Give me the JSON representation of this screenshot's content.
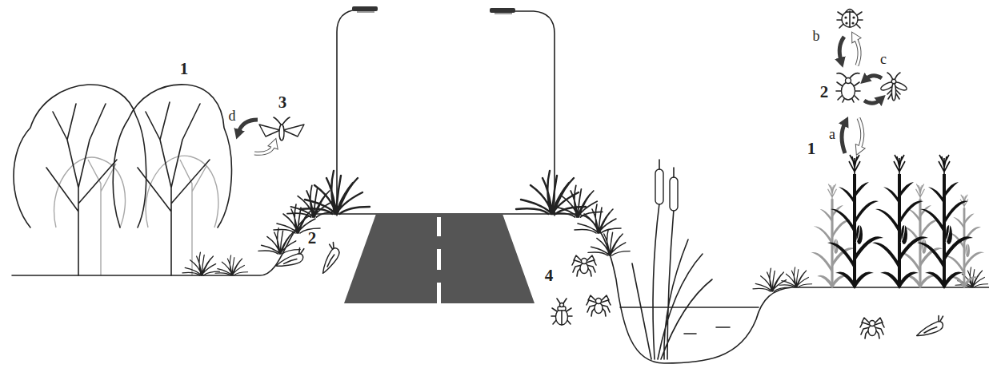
{
  "diagram": {
    "labels": [
      "1",
      "d",
      "3",
      "2",
      "4",
      "b",
      "c",
      "2",
      "a",
      "1"
    ]
  }
}
